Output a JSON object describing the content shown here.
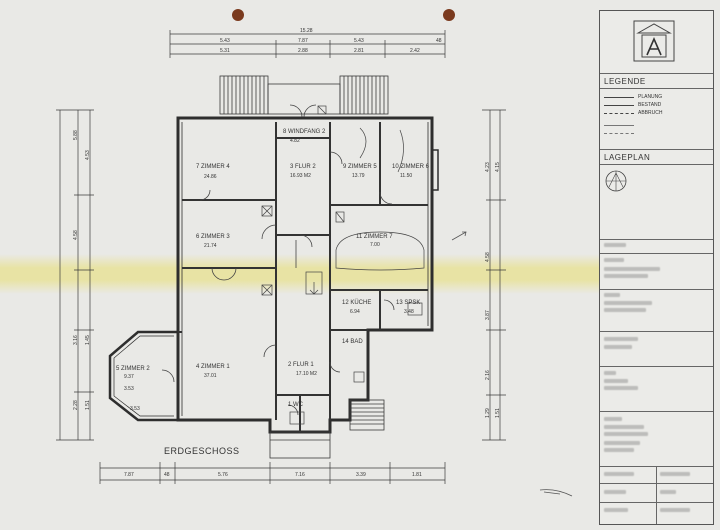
{
  "drawing": {
    "floor_label": "ERDGESCHOSS",
    "rooms": [
      {
        "key": "windfang",
        "name": "8 WINDFANG 2",
        "area": "4.82"
      },
      {
        "key": "zimmer4",
        "name": "7 ZIMMER 4",
        "area": "24.86"
      },
      {
        "key": "flur2",
        "name": "3 FLUR 2",
        "area": "16.93 M2"
      },
      {
        "key": "zimmer5",
        "name": "9 ZIMMER 5",
        "area": "13.79"
      },
      {
        "key": "zimmer6",
        "name": "10 ZIMMER 6",
        "area": "11.50"
      },
      {
        "key": "zimmer3",
        "name": "6 ZIMMER 3",
        "area": "21.74"
      },
      {
        "key": "zimmerbad",
        "name": "11 ZIMMER 7",
        "area": "7.00"
      },
      {
        "key": "kueche",
        "name": "12 KÜCHE",
        "area": "6.94"
      },
      {
        "key": "speis",
        "name": "13 SPSK",
        "area": "3.48"
      },
      {
        "key": "bad",
        "name": "14 BAD",
        "area": ""
      },
      {
        "key": "zimmer2",
        "name": "5 ZIMMER 2",
        "area": "9.37"
      },
      {
        "key": "zimmer1",
        "name": "4 ZIMMER 1",
        "area": "37.01"
      },
      {
        "key": "flur1",
        "name": "2 FLUR 1",
        "area": "17.10 M2"
      },
      {
        "key": "wc",
        "name": "1 WC",
        "area": ""
      }
    ],
    "dims_top": {
      "overall": "15.28",
      "row1": [
        "5.43",
        "7.87",
        "5.43",
        "48"
      ],
      "row2": [
        "5.31",
        "2.88",
        "2.81",
        "2.42"
      ]
    },
    "dims_bottom": [
      "7.87",
      "48",
      "5.76",
      "7.16",
      "3.39",
      "1.81"
    ],
    "dims_left": [
      "5.88",
      "4.58",
      "4.53",
      "3.16",
      "1.45",
      "2.28",
      "1.51"
    ],
    "dims_right": [
      "4.23",
      "4.15",
      "4.58",
      "3.87",
      "2.16",
      "1.29",
      "1.51"
    ],
    "bay_dims": [
      "3.53",
      "3.53"
    ]
  },
  "title_block": {
    "legend_heading": "LEGENDE",
    "legend_items": [
      "PLANUNG",
      "BESTAND",
      "ABBRUCH"
    ],
    "site_plan_heading": "LAGEPLAN"
  },
  "colors": {
    "paper": "#e9e9e6",
    "ink": "#333333",
    "highlight": "#e8de6e",
    "punch_hole": "#7a3a1e"
  }
}
